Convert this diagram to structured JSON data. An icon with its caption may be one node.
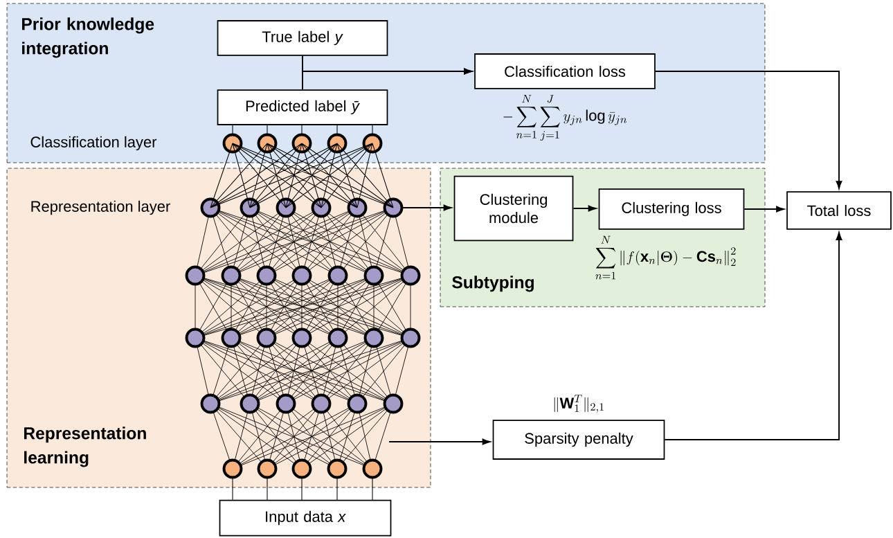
{
  "diagram": {
    "nodes": [
      {
        "text": [
          "Prior knowledge integration"
        ]
      },
      {
        "text": [
          "True label *y*"
        ],
        "in": 0
      },
      {
        "text": [
          "Predicted label *ȳ*"
        ],
        "in": 0
      },
      {
        "text": [
          "Classification loss"
        ],
        "in": 0,
        "beside": [
          "-\\sum_{n=1}^{N}\\sum_{j=1}^{J} y_{jn}\\log\\bar{y}_{jn}"
        ]
      },
      {
        "text": [
          "Representation learning"
        ]
      },
      {
        "text": [
          "Subtyping"
        ]
      },
      {
        "text": [
          "Clustering module"
        ],
        "in": 5
      },
      {
        "text": [
          "Clustering loss"
        ],
        "in": 5,
        "beside": [
          "\\sum_{n=1}^{N}\\left\\|f(\\mathbf{x}_n|\\boldsymbol{\\Theta})-\\mathbf{C}\\mathbf{s}_n\\right\\|_2^2"
        ]
      },
      {
        "text": [
          "Total loss"
        ]
      },
      {
        "text": [
          "Sparsity penalty"
        ],
        "beside": [
          "\\|\\mathbf{W}_1^T\\|_{2,1}"
        ]
      },
      {
        "text": [
          "Input data *x*"
        ]
      },
      {
        "text": [],
        "shape": "picture",
        "in": 0
      },
      {
        "text": [],
        "shape": "picture",
        "in": 4
      }
    ],
    "edges": [
      {
        "from": 1,
        "to": 3,
        "arrow": "to"
      },
      {
        "from": 2,
        "to": 3,
        "arrow": "to"
      },
      {
        "from": 3,
        "to": 8,
        "arrow": "to"
      },
      {
        "from": 12,
        "to": 6,
        "arrow": "to"
      },
      {
        "from": 6,
        "to": 7,
        "arrow": "to"
      },
      {
        "from": 7,
        "to": 8,
        "arrow": "to"
      },
      {
        "from": 12,
        "to": 9,
        "arrow": "to"
      },
      {
        "from": 9,
        "to": 8,
        "arrow": "to"
      },
      {
        "from": 10,
        "to": 12,
        "arrow": "none"
      },
      {
        "from": 2,
        "to": 11,
        "arrow": "none"
      },
      {
        "from": 11,
        "to": 12,
        "arrow": "none"
      }
    ],
    "labels": [
      "Classification layer",
      "Representation layer"
    ]
  }
}
